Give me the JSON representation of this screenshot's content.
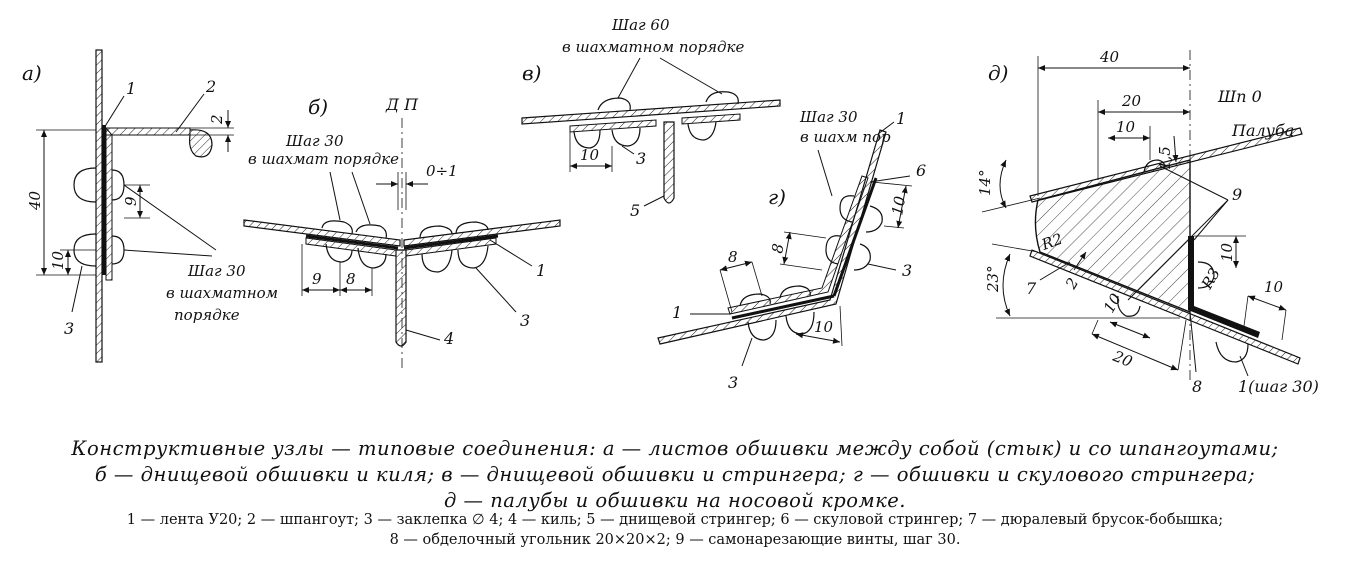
{
  "figures": {
    "a": {
      "title": "а)",
      "callouts": [
        "1",
        "2",
        "3"
      ],
      "dims": [
        "40",
        "2",
        "9",
        "10"
      ],
      "note": [
        "Шаг 30",
        "в шахматном",
        "порядке"
      ]
    },
    "b": {
      "title": "б)",
      "callouts": [
        "1",
        "3",
        "4"
      ],
      "dims": [
        "9",
        "8",
        "0÷1"
      ],
      "top_label": "Д П",
      "note": [
        "Шаг 30",
        "в шахмат порядке"
      ]
    },
    "v": {
      "title": "в)",
      "callouts": [
        "3",
        "5"
      ],
      "dims": [
        "10"
      ],
      "note": [
        "Шаг 60",
        "в шахматном порядке"
      ]
    },
    "g": {
      "title": "г)",
      "callouts": [
        "1",
        "6",
        "3",
        "1",
        "3"
      ],
      "dims": [
        "10",
        "8",
        "8",
        "10"
      ],
      "note": [
        "Шаг 30",
        "в шахм пор"
      ]
    },
    "d": {
      "title": "д)",
      "labels": [
        "Шп 0",
        "Палуба",
        "R2",
        "R3"
      ],
      "callouts": [
        "9",
        "7",
        "8",
        "1(шаг 30)"
      ],
      "dims": [
        "40",
        "20",
        "10",
        "1,5",
        "14°",
        "23°",
        "2",
        "10",
        "20",
        "10",
        "10"
      ]
    }
  },
  "caption": {
    "main": [
      "Конструктивные узлы — типовые соединения: а — листов обшивки между собой (стык) и со шпангоутами;",
      "б — днищевой обшивки и киля; в — днищевой обшивки и стрингера; г — обшивки и скулового стрингера;",
      "д — палубы и обшивки на носовой кромке."
    ],
    "legend": [
      "1 — лента У20; 2 — шпангоут; 3 — заклепка ∅ 4; 4 — киль; 5 — днищевой стрингер; 6 — скуловой стрингер; 7 — дюралевый брусок-бобышка;",
      "8 — обделочный угольник 20×20×2; 9 — самонарезающие винты, шаг 30."
    ]
  }
}
